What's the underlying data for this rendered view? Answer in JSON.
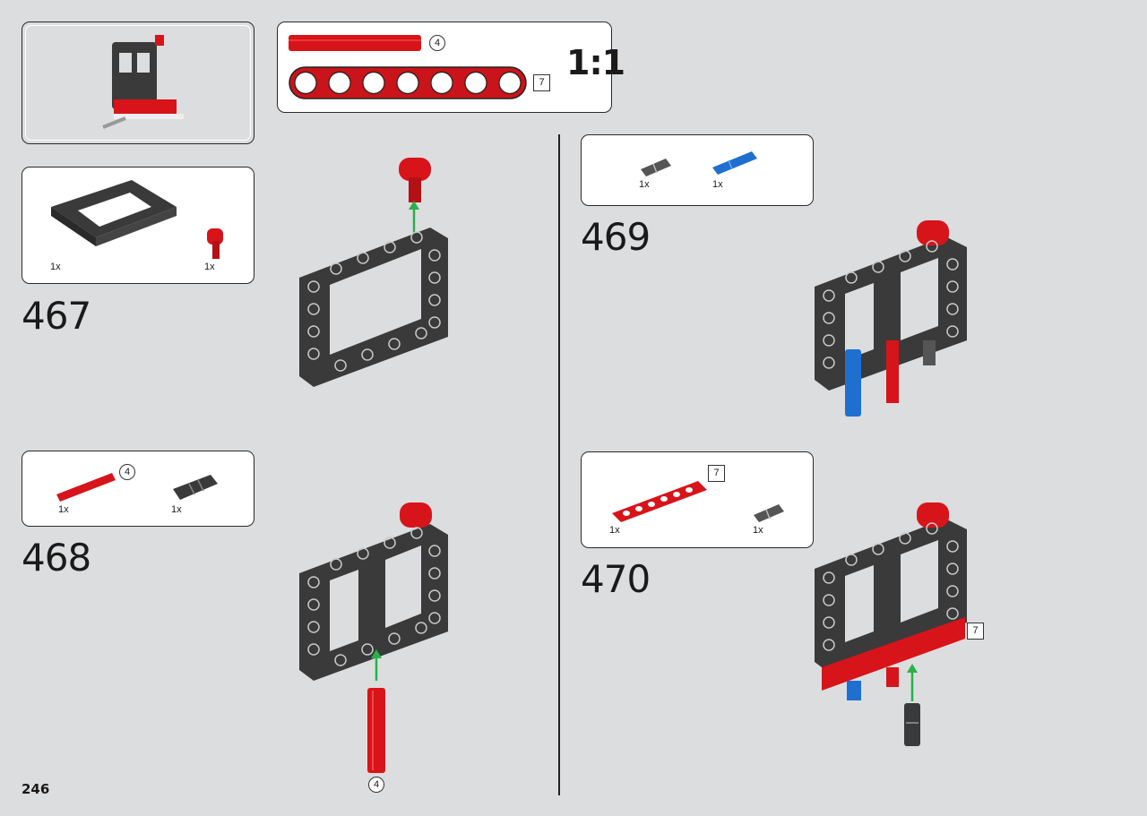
{
  "page": {
    "number": "246"
  },
  "ruler": {
    "beam_length": "4",
    "liftarm_length": "7",
    "scale_label": "1:1"
  },
  "overview": {},
  "steps": [
    {
      "number": "467",
      "parts": [
        {
          "qty": "1x",
          "name": "frame"
        },
        {
          "qty": "1x",
          "name": "red-connector"
        }
      ]
    },
    {
      "number": "468",
      "parts": [
        {
          "qty": "1x",
          "name": "red-axle",
          "length": "4"
        },
        {
          "qty": "1x",
          "name": "black-pin"
        }
      ]
    },
    {
      "number": "469",
      "parts": [
        {
          "qty": "1x",
          "name": "black-pin"
        },
        {
          "qty": "1x",
          "name": "blue-pin"
        }
      ]
    },
    {
      "number": "470",
      "parts": [
        {
          "qty": "1x",
          "name": "red-liftarm",
          "length": "7"
        },
        {
          "qty": "1x",
          "name": "black-pin"
        }
      ]
    }
  ],
  "callouts": {
    "axle_length": "4",
    "liftarm_length": "7"
  },
  "colors": {
    "background": "#dcdddf",
    "frame": "#3a3a3a",
    "red": "#d7141a",
    "blue": "#1f6fd1",
    "arrow": "#2bb04a"
  }
}
